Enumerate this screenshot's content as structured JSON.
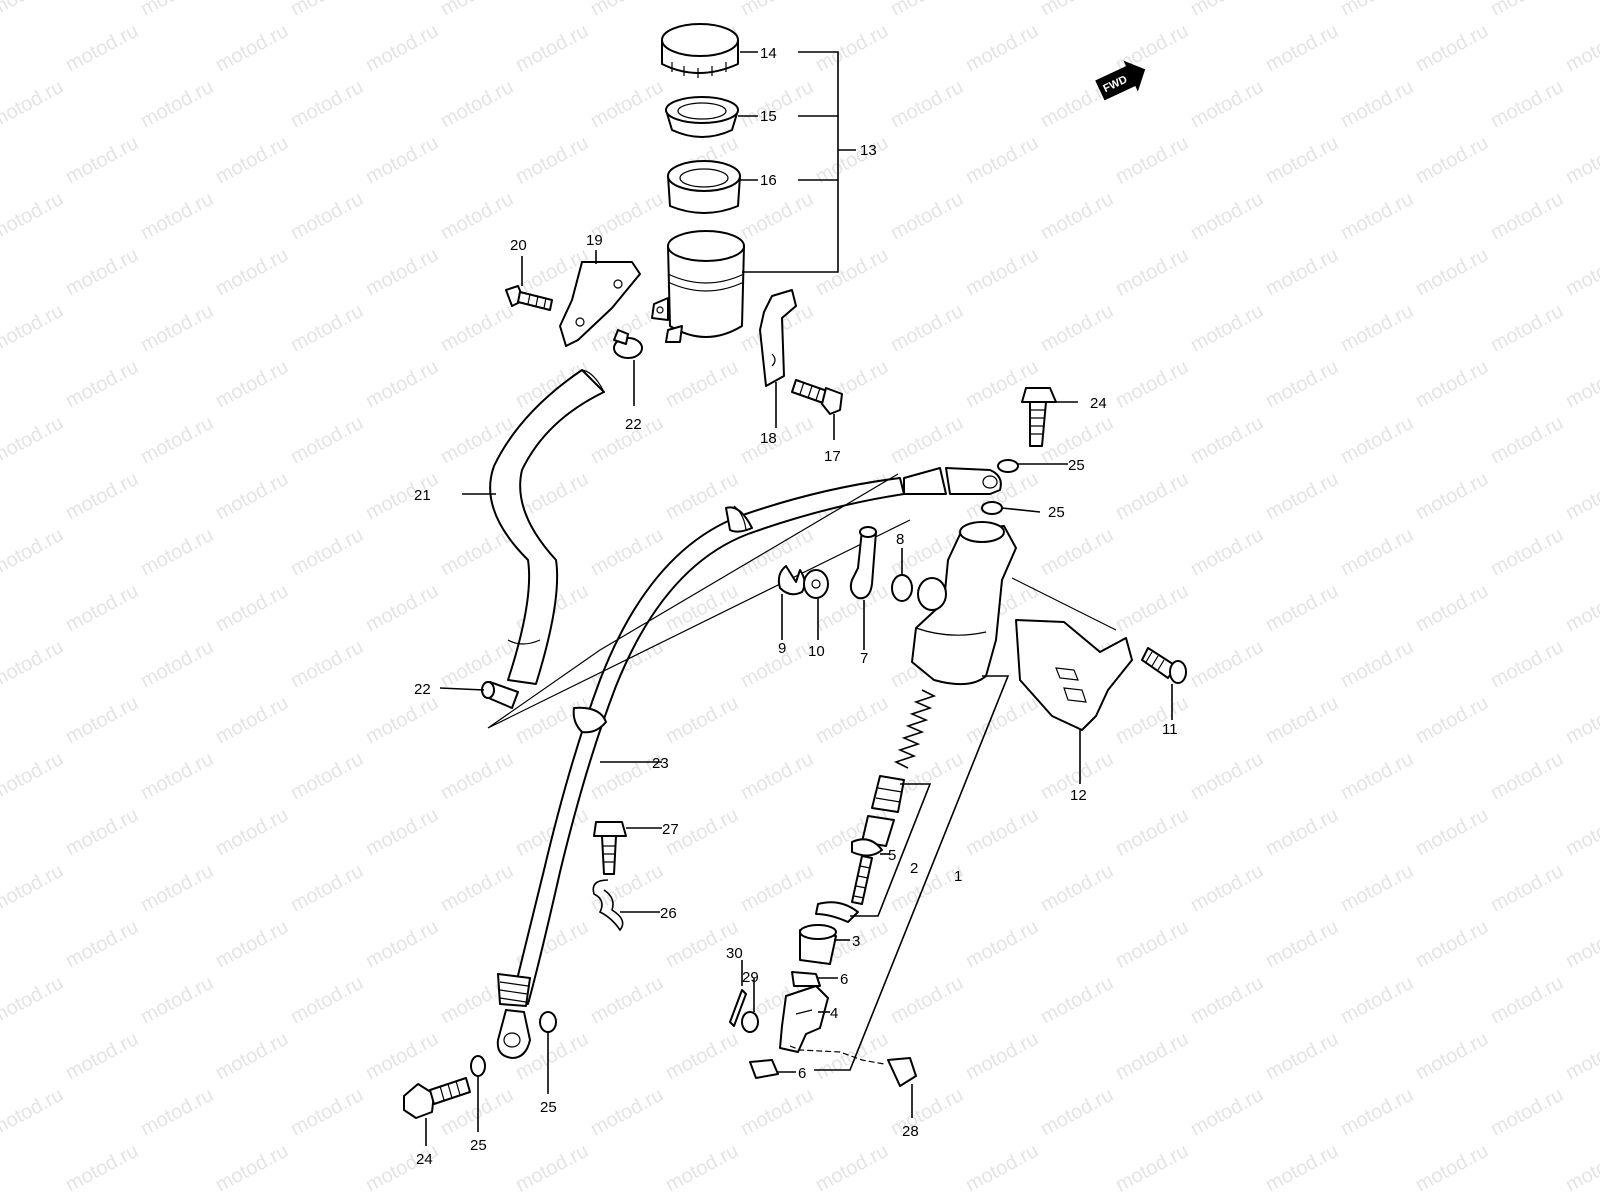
{
  "watermark": {
    "text": "motod.ru",
    "color": "#e4e4e4"
  },
  "direction_marker": {
    "label": "FWD",
    "icon": "forward-arrow-icon"
  },
  "callouts": [
    {
      "id": "14",
      "label": "14"
    },
    {
      "id": "15",
      "label": "15"
    },
    {
      "id": "16",
      "label": "16"
    },
    {
      "id": "13",
      "label": "13"
    },
    {
      "id": "20",
      "label": "20"
    },
    {
      "id": "19",
      "label": "19"
    },
    {
      "id": "22a",
      "label": "22"
    },
    {
      "id": "18",
      "label": "18"
    },
    {
      "id": "17",
      "label": "17"
    },
    {
      "id": "24a",
      "label": "24"
    },
    {
      "id": "25a",
      "label": "25"
    },
    {
      "id": "25b",
      "label": "25"
    },
    {
      "id": "21",
      "label": "21"
    },
    {
      "id": "8",
      "label": "8"
    },
    {
      "id": "9",
      "label": "9"
    },
    {
      "id": "10",
      "label": "10"
    },
    {
      "id": "7",
      "label": "7"
    },
    {
      "id": "11",
      "label": "11"
    },
    {
      "id": "12",
      "label": "12"
    },
    {
      "id": "22b",
      "label": "22"
    },
    {
      "id": "23",
      "label": "23"
    },
    {
      "id": "27",
      "label": "27"
    },
    {
      "id": "5",
      "label": "5"
    },
    {
      "id": "2",
      "label": "2"
    },
    {
      "id": "1",
      "label": "1"
    },
    {
      "id": "26",
      "label": "26"
    },
    {
      "id": "3",
      "label": "3"
    },
    {
      "id": "30",
      "label": "30"
    },
    {
      "id": "29",
      "label": "29"
    },
    {
      "id": "6a",
      "label": "6"
    },
    {
      "id": "4",
      "label": "4"
    },
    {
      "id": "6b",
      "label": "6"
    },
    {
      "id": "25c",
      "label": "25"
    },
    {
      "id": "25d",
      "label": "25"
    },
    {
      "id": "24b",
      "label": "24"
    },
    {
      "id": "28",
      "label": "28"
    }
  ]
}
